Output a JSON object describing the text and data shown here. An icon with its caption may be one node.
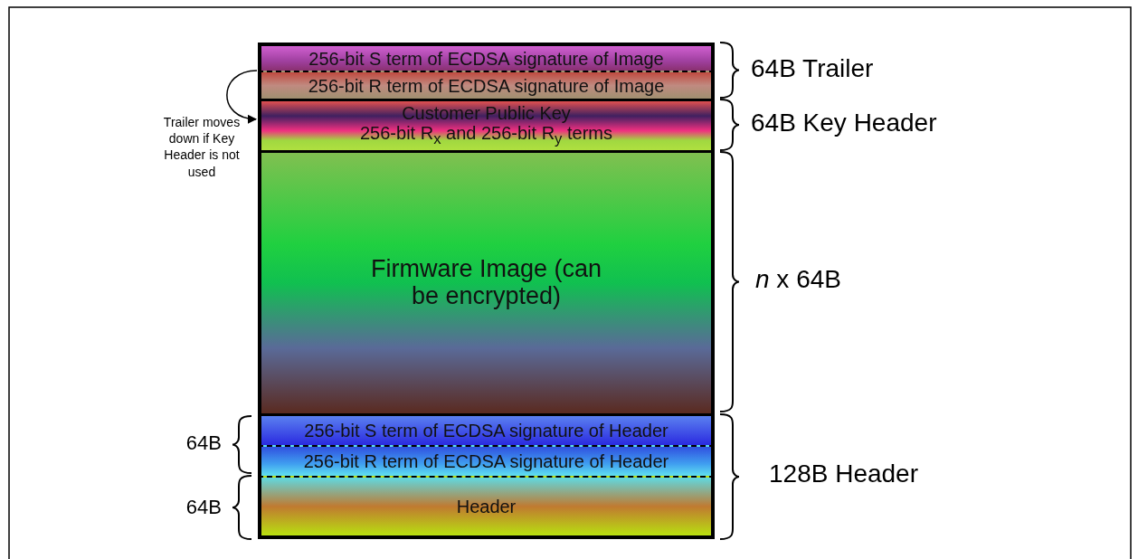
{
  "diagram": {
    "nodes": [
      {
        "text": [
          "256-bit S term of ECDSA signature of Image"
        ]
      },
      {
        "text": [
          "256-bit R term of ECDSA signature of Image"
        ]
      },
      {
        "text": [
          "Customer Public Key",
          "256-bit R$_{x}$ and 256-bit R$_{y}$ terms"
        ]
      },
      {
        "text": [
          "Firmware Image (can be encrypted)"
        ]
      },
      {
        "text": [
          "256-bit S term of ECDSA signature of Header"
        ]
      },
      {
        "text": [
          "256-bit R term of ECDSA signature of Header"
        ]
      },
      {
        "text": [
          "Header"
        ]
      }
    ],
    "edges": [
      {
        "from": 1,
        "to": 2,
        "arrow": "to"
      }
    ],
    "labels": [
      "64B Trailer",
      "64B Key Header",
      "Trailer moves down if Key Header is not used",
      "*n* x 64B",
      "64B",
      "128B Header",
      "64B"
    ]
  }
}
